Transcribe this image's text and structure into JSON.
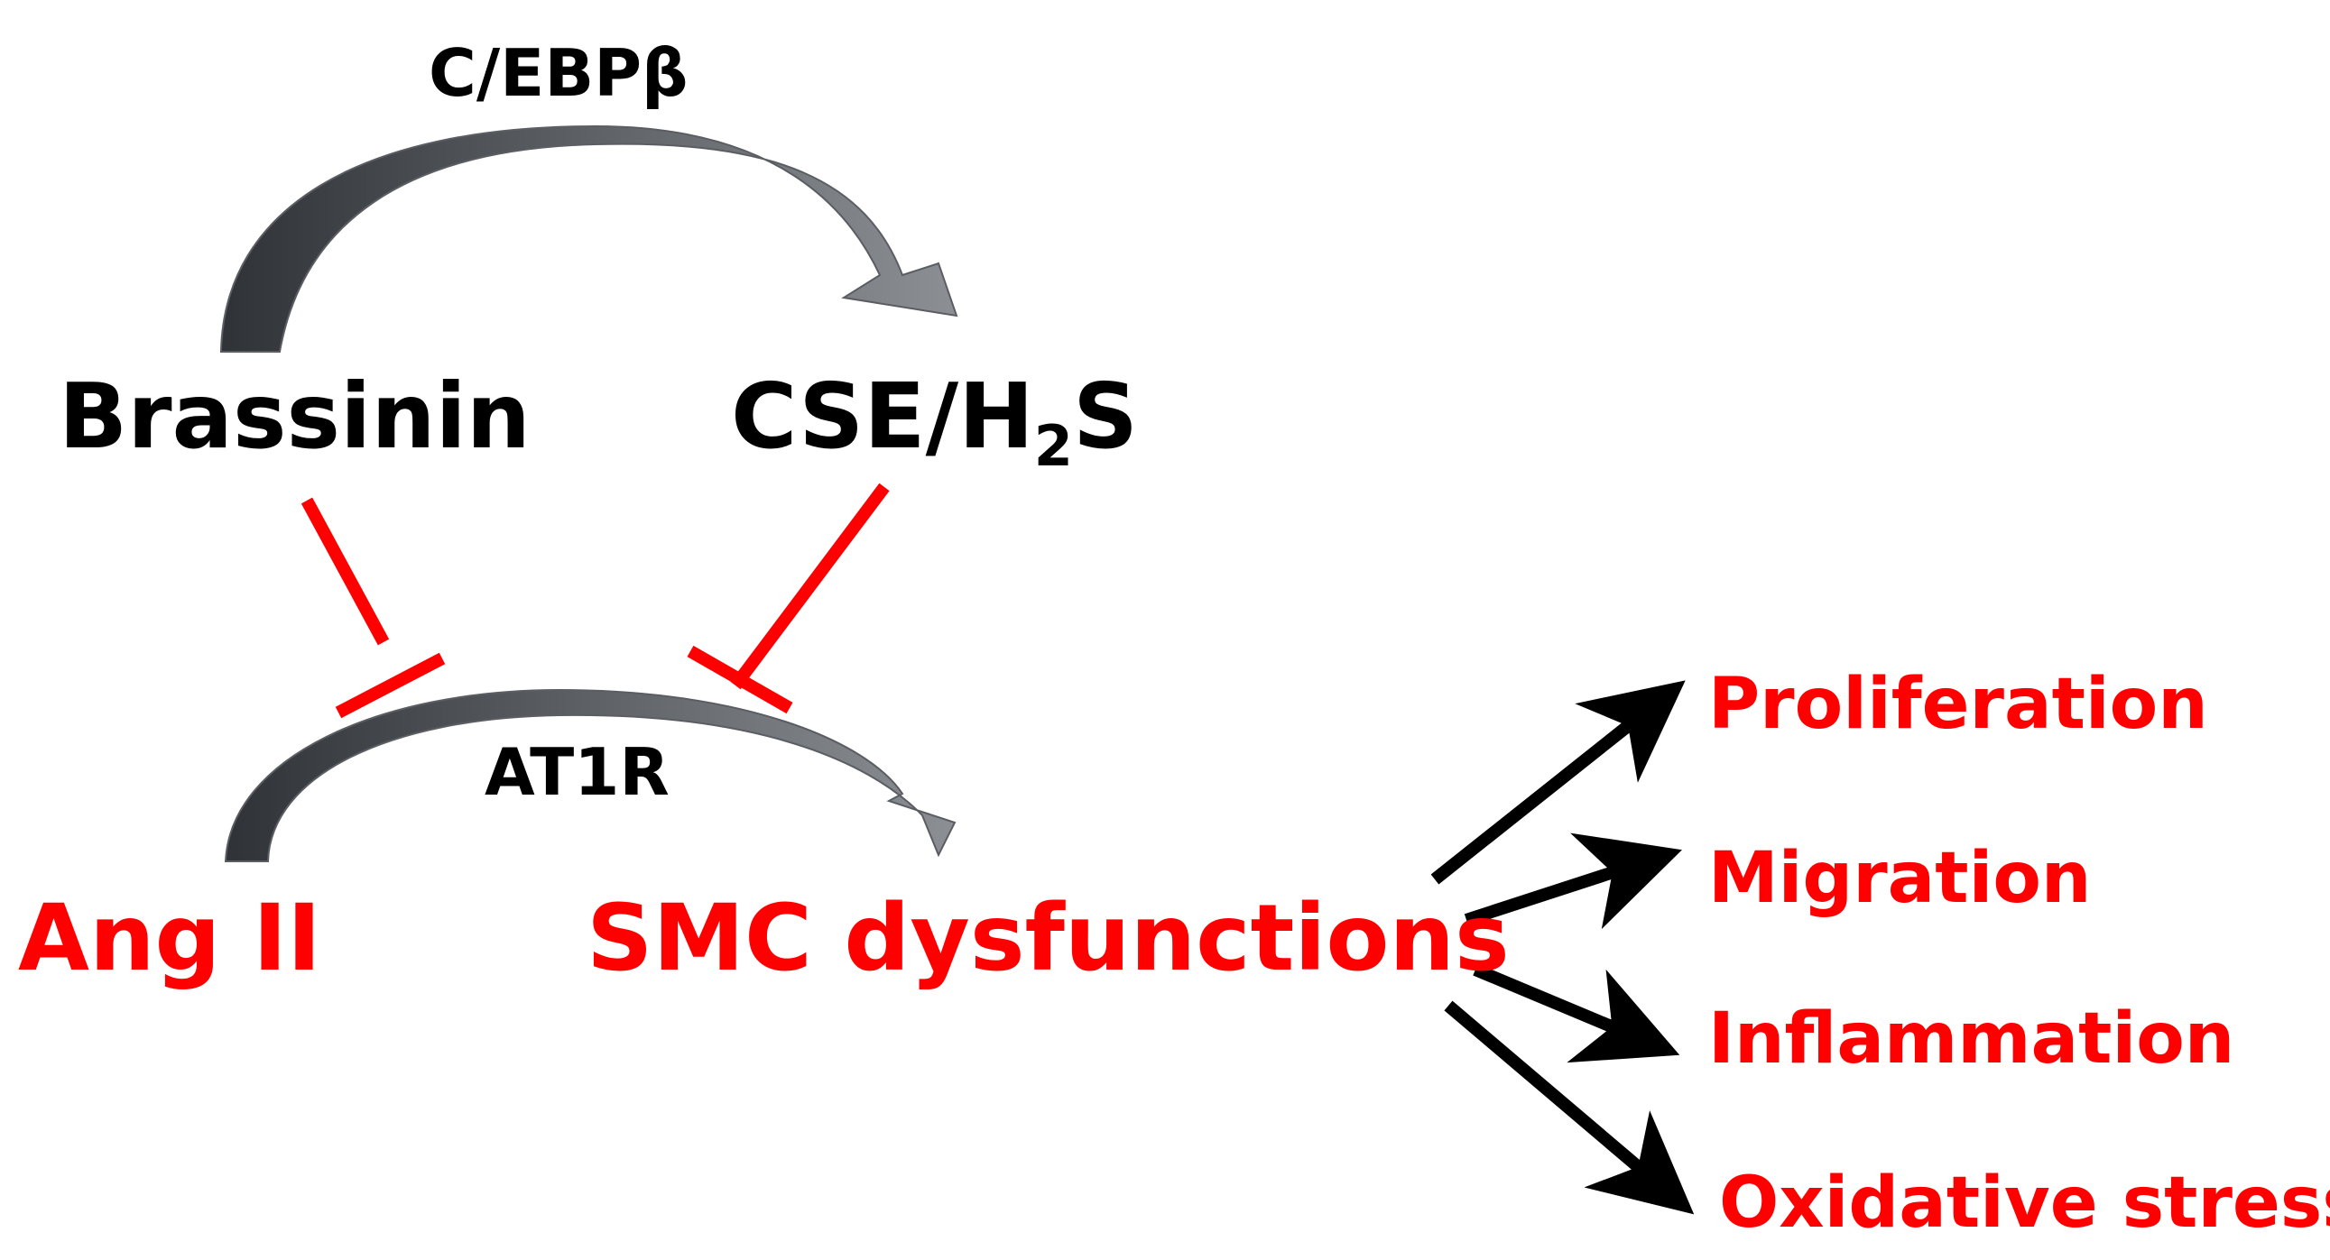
{
  "nodes": {
    "brassinin": "Brassinin",
    "cse_prefix": "CSE/H",
    "cse_sub": "2",
    "cse_suffix": "S",
    "ang_ii": "Ang II",
    "smc": "SMC dysfunctions"
  },
  "edge_labels": {
    "cebp": "C/EBPβ",
    "at1r": "AT1R"
  },
  "outcomes": {
    "proliferation": "Proliferation",
    "migration": "Migration",
    "inflammation": "Inflammation",
    "oxidative": "Oxidative stress"
  },
  "colors": {
    "text_black": "#000000",
    "text_red": "#ff0000",
    "inhibition": "#ff0000",
    "activation": "#000000",
    "arc_dark": "#3a3f45",
    "arc_light": "#8a8d92"
  }
}
